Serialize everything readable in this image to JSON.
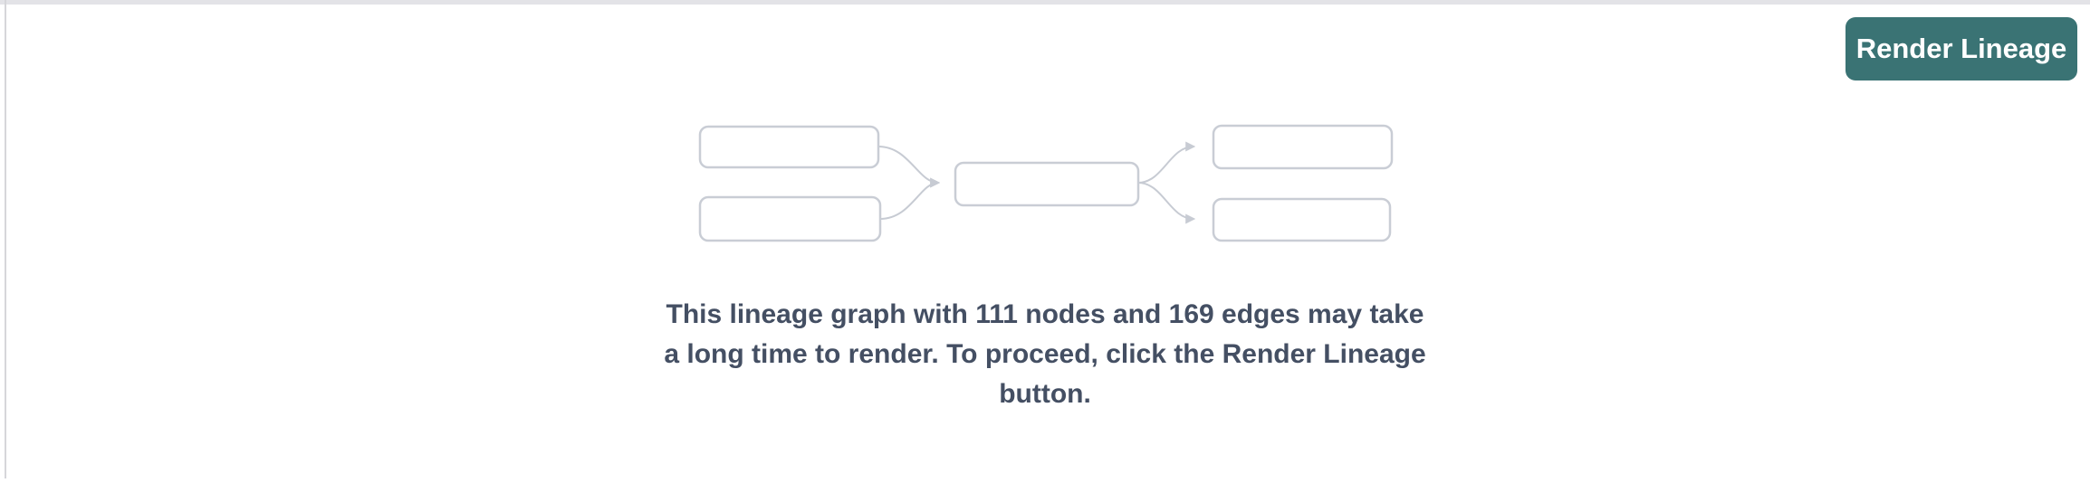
{
  "button": {
    "label": "Render Lineage"
  },
  "message": {
    "lines": [
      "This lineage graph with 111 nodes and 169 edges may take",
      "a long time to render. To proceed, click the Render Lineage",
      "button."
    ],
    "node_count": "111",
    "edge_count": "169"
  },
  "illustration": {
    "icon": "lineage-graph-placeholder-icon",
    "structure": "2 upstream nodes -> 1 middle node -> 2 downstream nodes"
  },
  "colors": {
    "button_bg": "#3A7374",
    "button_text": "#FFFFFF",
    "message_text": "#444F63",
    "node_border": "#C9CDD5",
    "edge_stroke": "#C7CBD3",
    "top_divider": "#E3E3E7",
    "left_panel_border": "#D6D6DA",
    "background": "#FFFFFF"
  }
}
